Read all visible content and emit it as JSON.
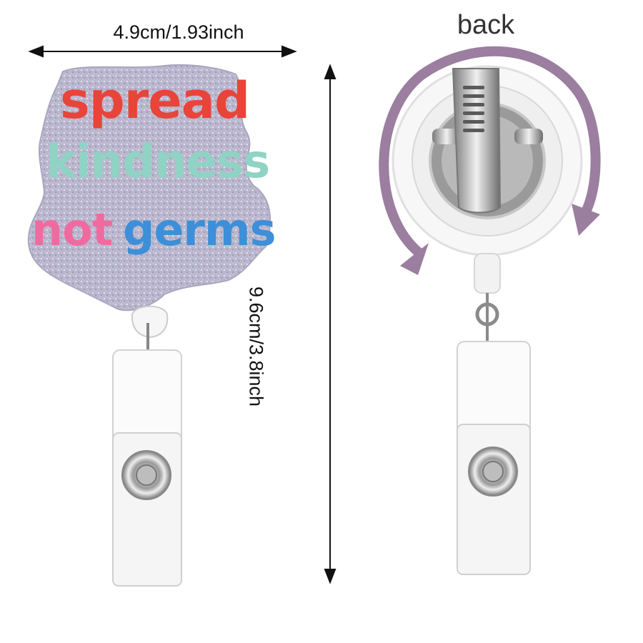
{
  "dimensions": {
    "width": "4.9cm/1.93inch",
    "height": "9.6cm/3.8inch"
  },
  "back_label": "back",
  "badge_text": {
    "line1": "spread",
    "line2": "kindness",
    "line3a": "not",
    "line3b": "germs"
  },
  "colors": {
    "arrow": "#111111",
    "back_arrow": "#9b7ea0",
    "glitter": "#b7b3c9",
    "letters": [
      "#e8443a",
      "#f0b73a",
      "#8fd3c4",
      "#f06aa0",
      "#3c8fd8",
      "#9dd96b"
    ]
  },
  "icons": [
    "dimension-arrow",
    "rotate-arrow",
    "badge-clip",
    "snap-button"
  ]
}
